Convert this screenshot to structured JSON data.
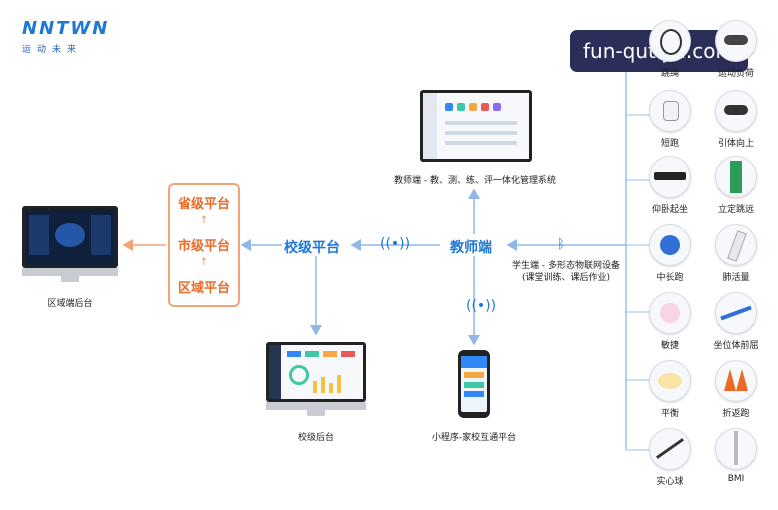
{
  "logo": {
    "wordmark": "NNTWN",
    "subtitle": "运动未来"
  },
  "watermark": "fun-qutiyu.com",
  "nodes": {
    "district_backend": "区域端后台",
    "province": "省级平台",
    "city": "市级平台",
    "district": "区域平台",
    "school_platform": "校级平台",
    "teacher": "教师端",
    "teacher_system": "教师端 - 教、测、练、评一体化管理系统",
    "school_backend": "校级后台",
    "mini_program": "小程序-家校互通平台",
    "student_line1": "学生端 - 多形态物联网设备",
    "student_line2": "(课堂训练、课后作业)"
  },
  "devices": [
    {
      "label": "跳绳",
      "icon": "jump-rope-icon"
    },
    {
      "label": "运动负荷",
      "icon": "heart-monitor-icon"
    },
    {
      "label": "短跑",
      "icon": "sprint-sensor-icon"
    },
    {
      "label": "引体向上",
      "icon": "pullup-sensor-icon"
    },
    {
      "label": "仰卧起坐",
      "icon": "situp-mat-icon"
    },
    {
      "label": "立定跳远",
      "icon": "long-jump-mat-icon"
    },
    {
      "label": "中长跑",
      "icon": "wristband-icon"
    },
    {
      "label": "肺活量",
      "icon": "spirometer-icon"
    },
    {
      "label": "敏捷",
      "icon": "agility-pad-icon"
    },
    {
      "label": "坐位体前屈",
      "icon": "sit-reach-icon"
    },
    {
      "label": "平衡",
      "icon": "balance-pad-icon"
    },
    {
      "label": "折返跑",
      "icon": "cone-icon"
    },
    {
      "label": "实心球",
      "icon": "medicine-ball-icon"
    },
    {
      "label": "BMI",
      "icon": "height-scale-icon"
    }
  ],
  "colors": {
    "blue": "#1f78d6",
    "orange": "#ec6a28",
    "arrow": "#8fb8e8",
    "orange_light": "#f4a376"
  }
}
